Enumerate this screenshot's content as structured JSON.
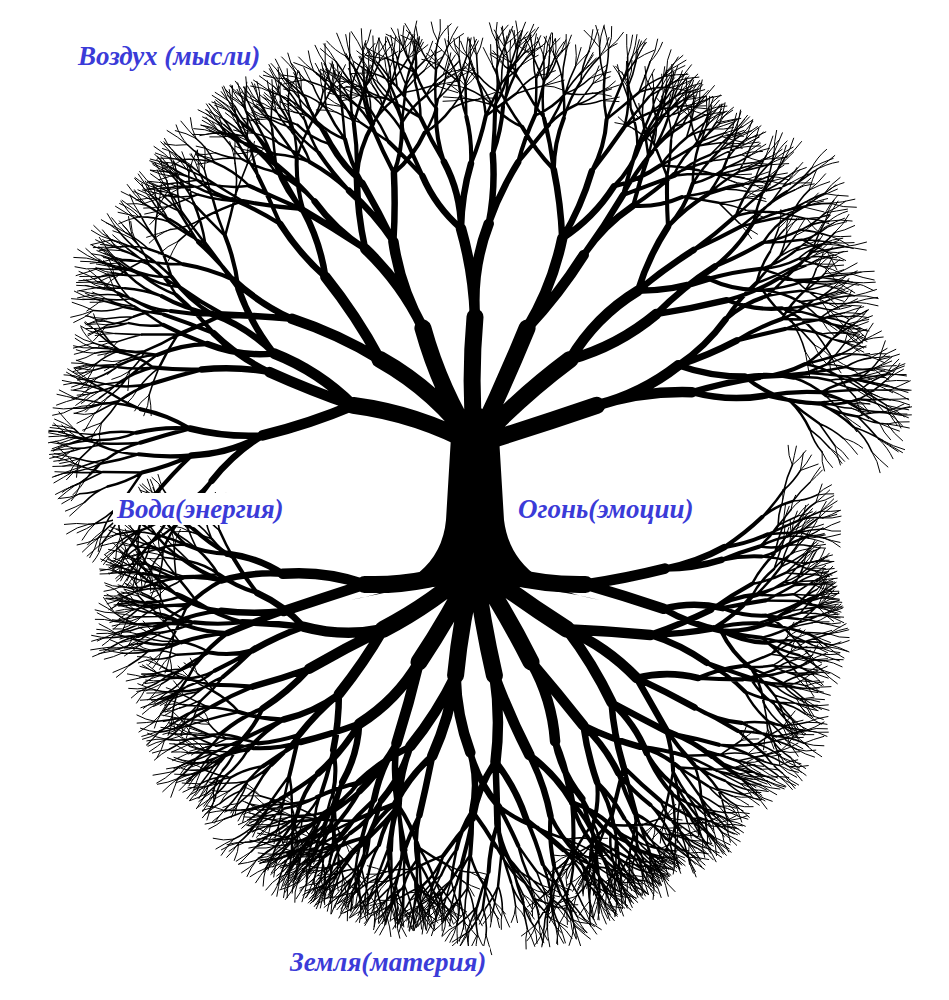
{
  "diagram": {
    "labels": [
      "Воздух (мысли)",
      "Вода(энергия)",
      "Огонь(эмоции)",
      "Земля(материя)"
    ]
  }
}
